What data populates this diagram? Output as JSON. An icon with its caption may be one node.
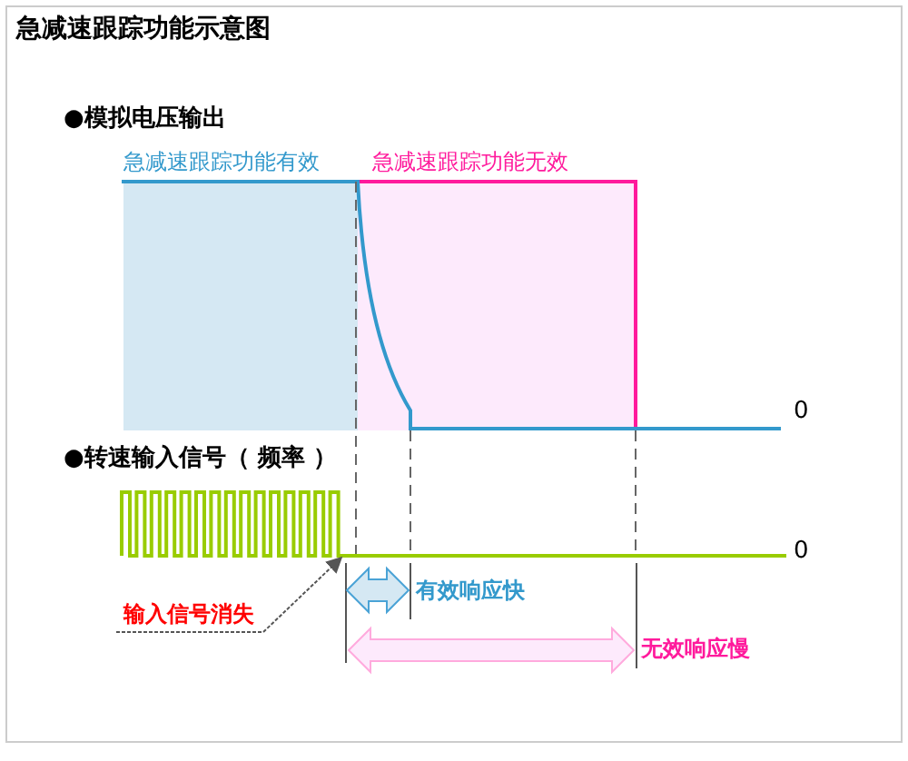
{
  "diagram": {
    "title": "急减速跟踪功能示意图",
    "nodes": [
      {
        "text": [],
        "shape": "picture"
      },
      {
        "text": [
          "输入信号消失"
        ]
      }
    ],
    "edges": [
      {
        "from": 1,
        "to": 0,
        "arrow": "to"
      }
    ],
    "labels": [
      "●模拟电压输出",
      "急减速跟踪功能有效",
      "急减速跟踪功能无效",
      "0",
      "●转速输入信号（ 频率 ）",
      "0",
      "有效响应快",
      "无效响应慢"
    ]
  }
}
